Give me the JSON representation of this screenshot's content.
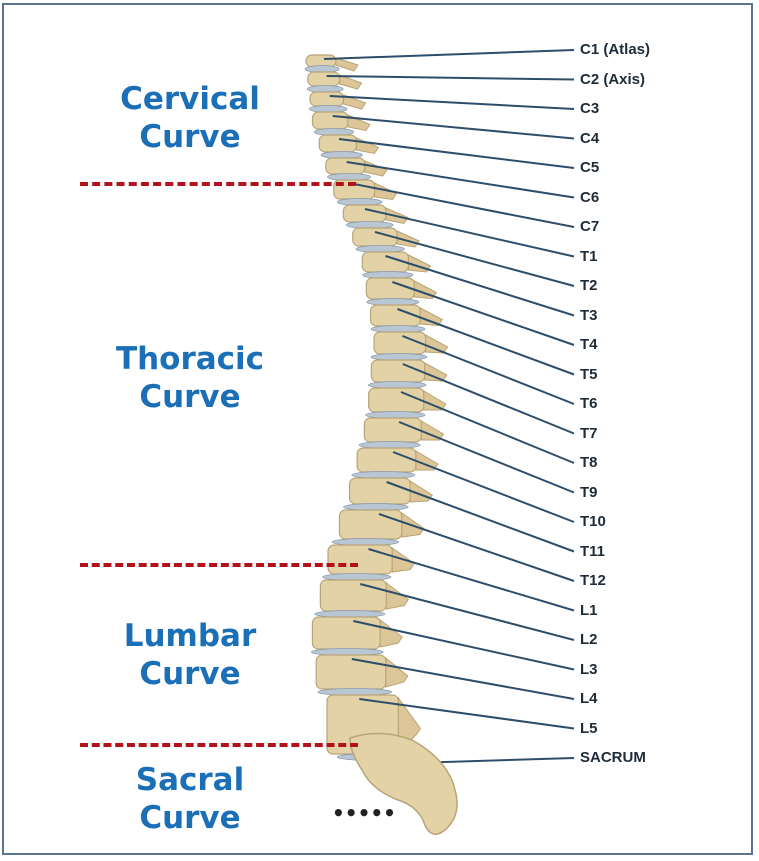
{
  "curves": [
    {
      "id": "cervical",
      "line1": "Cervical",
      "line2": "Curve"
    },
    {
      "id": "thoracic",
      "line1": "Thoracic",
      "line2": "Curve"
    },
    {
      "id": "lumbar",
      "line1": "Lumbar",
      "line2": "Curve"
    },
    {
      "id": "sacral",
      "line1": "Sacral",
      "line2": "Curve"
    }
  ],
  "vertebrae": [
    "C1 (Atlas)",
    "C2 (Axis)",
    "C3",
    "C4",
    "C5",
    "C6",
    "C7",
    "T1",
    "T2",
    "T3",
    "T4",
    "T5",
    "T6",
    "T7",
    "T8",
    "T9",
    "T10",
    "T11",
    "T12",
    "L1",
    "L2",
    "L3",
    "L4",
    "L5",
    "SACRUM"
  ],
  "colors": {
    "curve_text": "#1a6fb7",
    "divider": "#b3121b",
    "leader_line": "#2d4e6b",
    "bone": "#e3d2a6",
    "disc": "#b9c6d3",
    "frame": "#5a7391"
  },
  "coccyx_marker": "•••••"
}
